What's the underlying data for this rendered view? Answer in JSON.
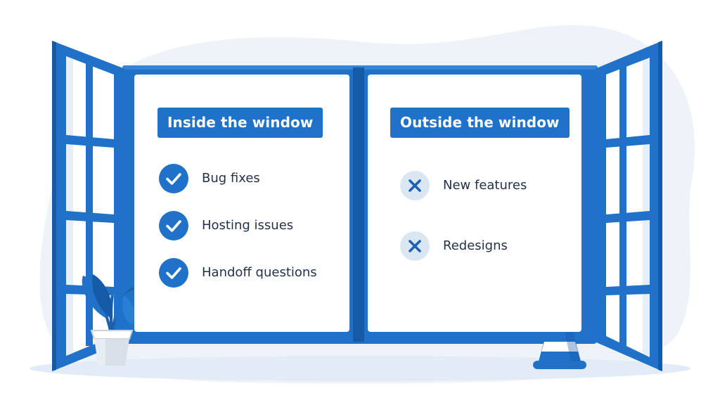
{
  "colors": {
    "frame": "#1f72c8",
    "frame_dark": "#155aa6",
    "badge": "#1f72c8",
    "check_bg": "#1f72c8",
    "check_mark": "#ffffff",
    "cross_bg": "#dbe6f3",
    "cross_mark": "#1f60b3",
    "text": "#23324a",
    "backdrop": "#eef3f9"
  },
  "inside": {
    "title": "Inside the window",
    "icon": "check-icon",
    "items": [
      "Bug fixes",
      "Hosting issues",
      "Handoff questions"
    ]
  },
  "outside": {
    "title": "Outside the window",
    "icon": "cross-icon",
    "items": [
      "New features",
      "Redesigns"
    ]
  },
  "decor": {
    "left": "potted-plant-icon",
    "right": "traffic-cone-icon"
  }
}
